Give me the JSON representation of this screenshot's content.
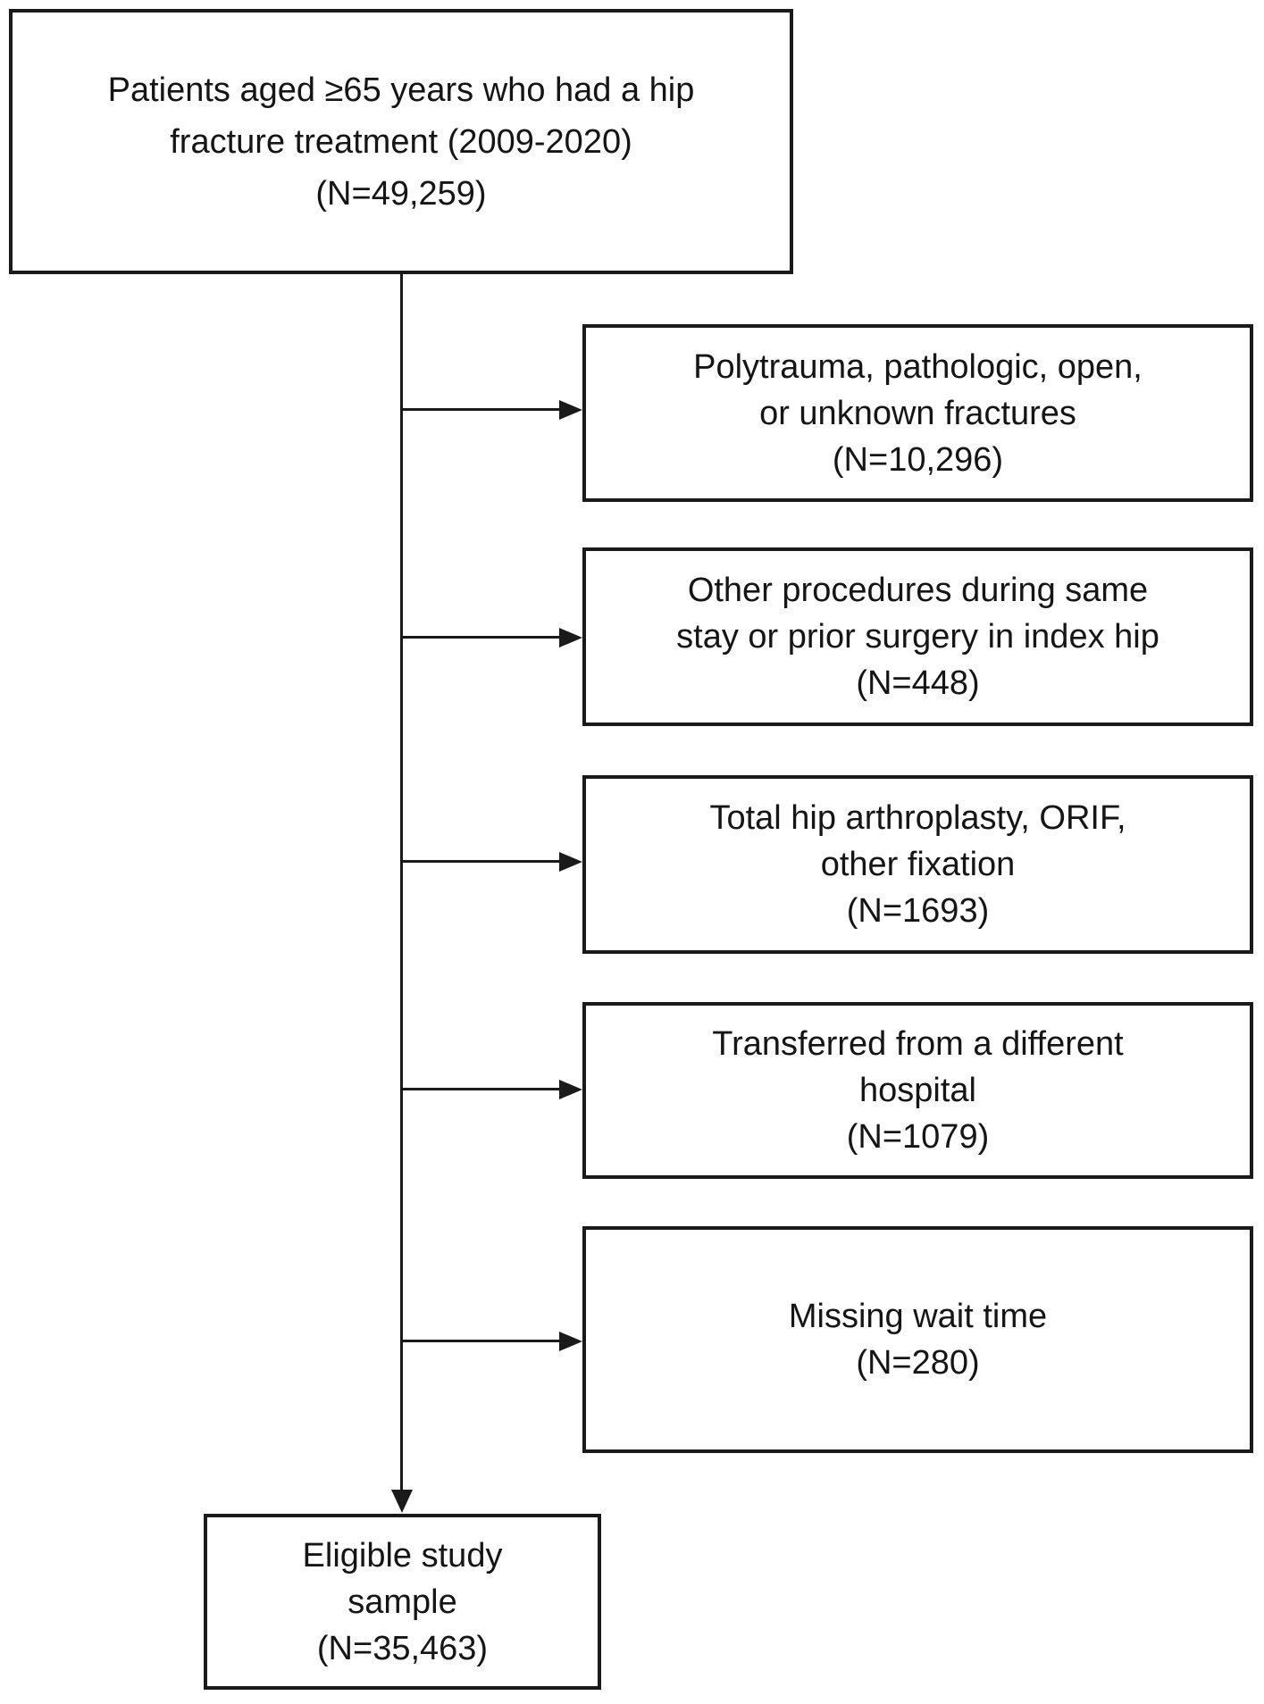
{
  "figure": {
    "type": "patient-flow-diagram",
    "background_color": "#ffffff",
    "line_color": "#1a1a1a",
    "source_box": {
      "lines": [
        "Patients aged ≥65 years who had a hip",
        "fracture treatment (2009-2020)",
        "(N=49,259)"
      ]
    },
    "exclusions": [
      {
        "lines": [
          "Polytrauma, pathologic, open,",
          "or unknown fractures",
          "(N=10,296)"
        ]
      },
      {
        "lines": [
          "Other procedures during same",
          "stay or prior surgery in index hip",
          "(N=448)"
        ]
      },
      {
        "lines": [
          "Total hip arthroplasty, ORIF,",
          "other fixation",
          "(N=1693)"
        ]
      },
      {
        "lines": [
          "Transferred from a different",
          "hospital",
          "(N=1079)"
        ]
      },
      {
        "lines": [
          "Missing wait time",
          "(N=280)"
        ]
      }
    ],
    "final_box": {
      "lines": [
        "Eligible study",
        "sample",
        "(N=35,463)"
      ]
    }
  }
}
